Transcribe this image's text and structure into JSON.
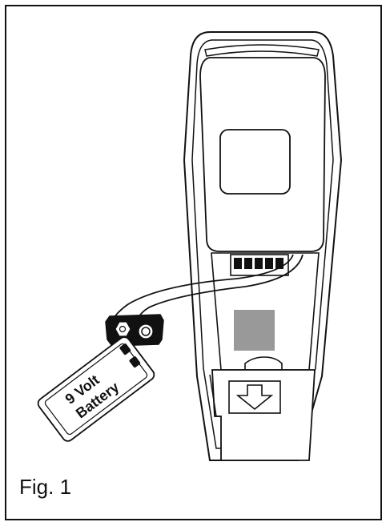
{
  "figure": {
    "caption": "Fig. 1",
    "battery": {
      "line1": "9 Volt",
      "line2": "Battery"
    },
    "colors": {
      "ink": "#111111",
      "window_fill": "#999999",
      "background": "#ffffff"
    },
    "icons": {
      "cover_arrow": "arrow-down-outline"
    }
  }
}
